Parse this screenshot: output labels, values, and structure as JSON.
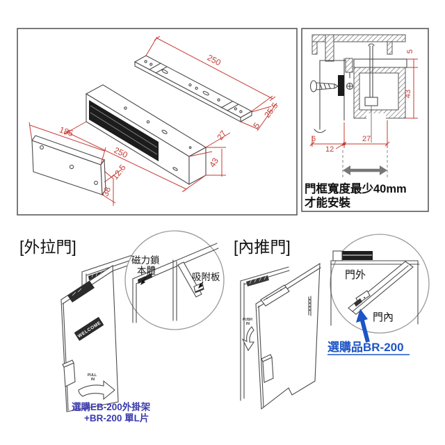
{
  "colors": {
    "dimension_red": "#c43a32",
    "line_dark": "#4a4a4a",
    "panel_border": "#5a5a5a",
    "note_blue_left": "#3a3aad",
    "note_blue_right": "#1d55c6",
    "callout_gray": "#999999",
    "lock_dark": "#2b2b2b",
    "arrow_gray": "#777777"
  },
  "exploded_view": {
    "bracket_plate": {
      "length": "250",
      "width": "25.5",
      "thickness": "5"
    },
    "lock_body": {
      "length": "250",
      "depth": "27",
      "height": "43"
    },
    "armature_plate": {
      "length": "185",
      "thickness": "12.5",
      "width": "38"
    }
  },
  "cross_section": {
    "plate_thickness": "5",
    "body_height": "43",
    "edge_offset": "6",
    "center_offset": "12",
    "body_depth": "27",
    "note_line1": "門框寬度最少40mm",
    "note_line2": "才能安裝"
  },
  "pull_door": {
    "title": "[外拉門]",
    "callout": {
      "lock_label_line1": "磁力鎖",
      "lock_label_line2": "本體",
      "plate_label": "吸附板"
    },
    "door_sign": "WELCOME",
    "swing_label_line1": "PULL",
    "swing_label_line2": "IN",
    "option_note_line1": "選購EB-200外掛架",
    "option_note_line2": "+BR-200 單L片"
  },
  "push_door": {
    "title": "[內推門]",
    "callout": {
      "outside_label": "門外",
      "inside_label": "門內"
    },
    "swing_label_line1": "PUSH",
    "swing_label_line2": "IN",
    "option_note": "選購品BR-200"
  }
}
